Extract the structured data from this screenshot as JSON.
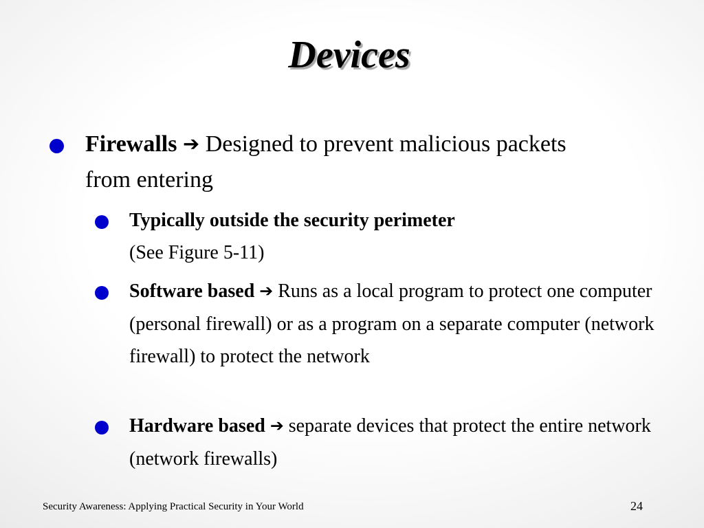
{
  "slide": {
    "title": "Devices",
    "arrow": "➔",
    "bullets": [
      {
        "term": "Firewalls",
        "rest_line1": "Designed to prevent malicious packets",
        "rest_line2": "from entering"
      }
    ],
    "sub_bullets": [
      {
        "term": "Typically outside the security perimeter",
        "rest": "(See Figure 5-11)"
      },
      {
        "term": "Software based",
        "rest": "Runs as a local program to protect one computer (personal firewall) or as a program on a separate computer (network firewall) to protect the network"
      },
      {
        "term": "Hardware based",
        "rest": "separate devices that protect the entire network (network firewalls)"
      }
    ],
    "bullet_color": "#0000cc"
  },
  "footer": {
    "text": "Security Awareness: Applying Practical Security in Your World",
    "page_number": "24"
  }
}
